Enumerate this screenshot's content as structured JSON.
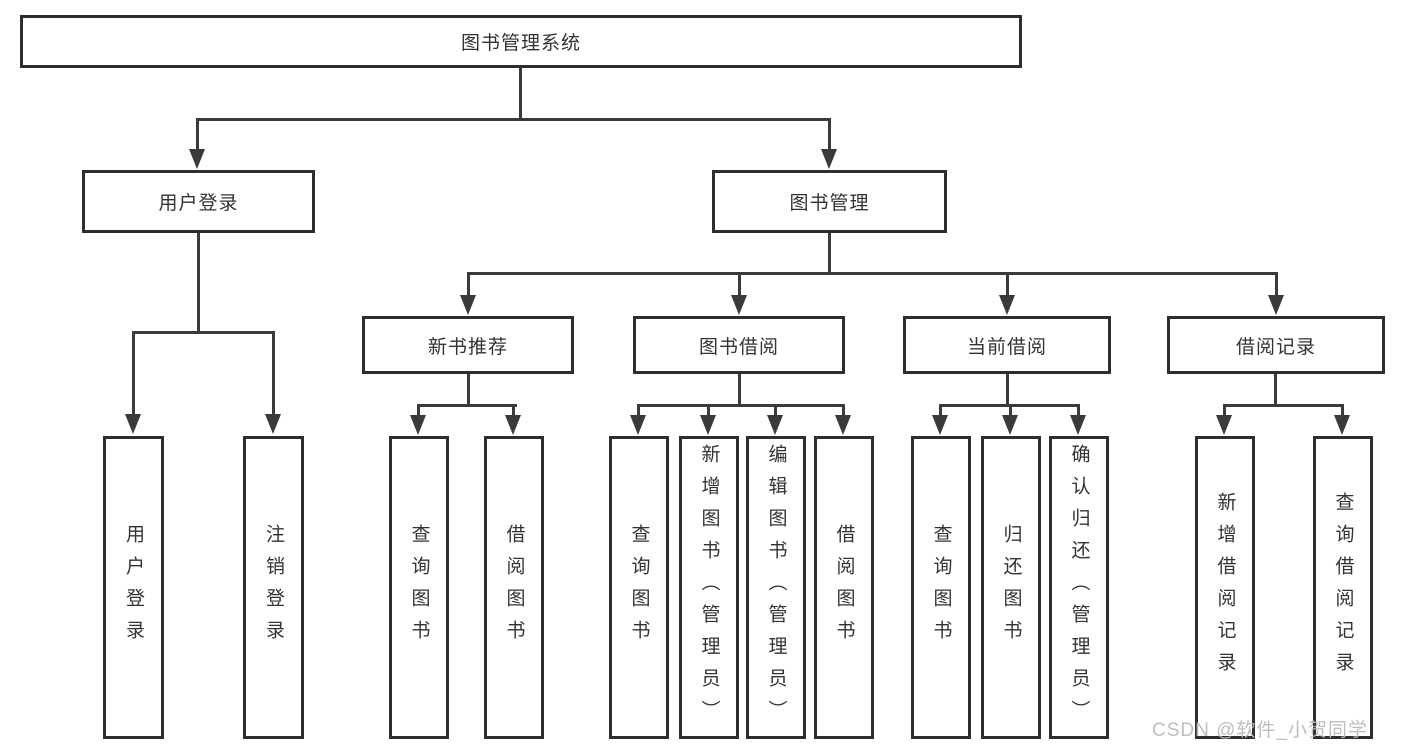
{
  "nodes": {
    "root": {
      "label": "图书管理系统"
    },
    "level2": [
      {
        "label": "用户登录"
      },
      {
        "label": "图书管理"
      }
    ],
    "level3": [
      {
        "label": "新书推荐"
      },
      {
        "label": "图书借阅"
      },
      {
        "label": "当前借阅"
      },
      {
        "label": "借阅记录"
      }
    ],
    "leaves": [
      {
        "label": "用户登录"
      },
      {
        "label": "注销登录"
      },
      {
        "label": "查询图书"
      },
      {
        "label": "借阅图书"
      },
      {
        "label": "查询图书"
      },
      {
        "label": "新增图书（管理员）"
      },
      {
        "label": "编辑图书（管理员）"
      },
      {
        "label": "借阅图书"
      },
      {
        "label": "查询图书"
      },
      {
        "label": "归还图书"
      },
      {
        "label": "确认归还（管理员）"
      },
      {
        "label": "新增借阅记录"
      },
      {
        "label": "查询借阅记录"
      }
    ]
  },
  "watermark": "CSDN @软件_小贺同学",
  "colors": {
    "background": "#ffffff",
    "box_border": "#2e2e2e",
    "connector": "#3a3a3a",
    "text": "#333333",
    "watermark": "#bbbbbb"
  }
}
